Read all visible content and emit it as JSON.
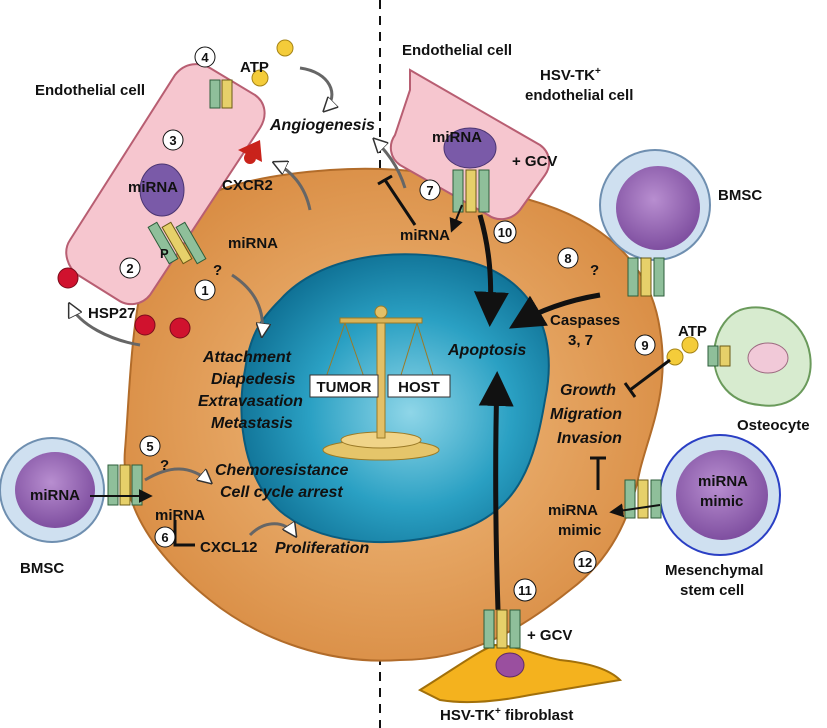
{
  "labels": {
    "endothelial_left": "Endothelial cell",
    "endothelial_right": "Endothelial cell",
    "hsv_endo_line1": "HSV-TK",
    "hsv_endo_plus": "+",
    "hsv_endo_line2": "endothelial cell",
    "atp_top": "ATP",
    "atp_right": "ATP",
    "angiogenesis": "Angiogenesis",
    "cxcr2": "CXCR2",
    "mirna_endo_left": "miRNA",
    "mirna_surface_left": "miRNA",
    "p_symbol": "P",
    "hsp27": "HSP27",
    "attachment": "Attachment",
    "diapedesis": "Diapedesis",
    "extravasation": "Extravasation",
    "metastasis": "Metastasis",
    "tumor": "TUMOR",
    "host": "HOST",
    "chemoresistance": "Chemoresistance",
    "cell_cycle_arrest": "Cell cycle arrest",
    "mirna_bmsc_left": "miRNA",
    "mirna_lower_left": "miRNA",
    "cxcl12": "CXCL12",
    "proliferation": "Proliferation",
    "bmsc_left": "BMSC",
    "bmsc_right": "BMSC",
    "mirna_endo_right": "miRNA",
    "plus_gcv_top": "+ GCV",
    "mirna_right7": "miRNA",
    "apoptosis": "Apoptosis",
    "caspases_line1": "Caspases",
    "caspases_line2": "3, 7",
    "growth": "Growth",
    "migration": "Migration",
    "invasion": "Invasion",
    "mimic_left_line1": "miRNA",
    "mimic_left_line2": "mimic",
    "mimic_cell_line1": "miRNA",
    "mimic_cell_line2": "mimic",
    "osteocyte": "Osteocyte",
    "mesenchymal_line1": "Mesenchymal",
    "mesenchymal_line2": "stem cell",
    "plus_gcv_bottom": "+ GCV",
    "fibroblast_a": "HSV-TK",
    "fibroblast_plus": "+",
    "fibroblast_b": " fibroblast",
    "q_mark": "?"
  },
  "steps": [
    "1",
    "2",
    "3",
    "4",
    "5",
    "6",
    "7",
    "8",
    "9",
    "10",
    "11",
    "12"
  ],
  "colors": {
    "tumor_cell": "#e8a865",
    "nucleus": "#1e8fb2",
    "endothelial": "#f6c6cf",
    "bmsc_body": "#cfe0f0",
    "bmsc_nucleus": "#9a6fb5",
    "osteocyte": "#d7ebcf",
    "fibroblast": "#f4b21e",
    "receptor": "#8fbf9a",
    "hsp27": "#d0122e",
    "atp": "#f4cc3a",
    "cxcr2": "#c9231b"
  }
}
